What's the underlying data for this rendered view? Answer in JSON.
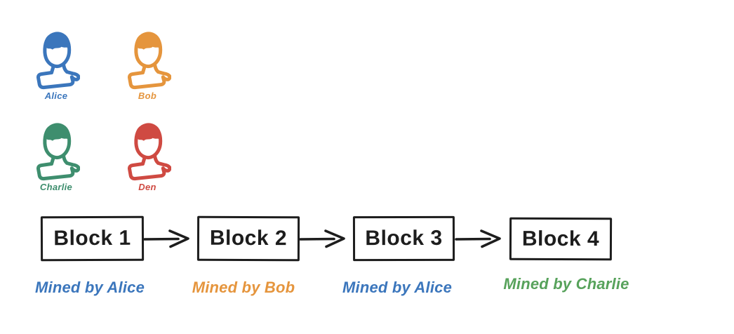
{
  "diagram": {
    "background": "#ffffff",
    "ink": "#1d1d1d"
  },
  "participants": [
    {
      "name": "Alice",
      "color": "#3b76bc",
      "icon": "person-icon"
    },
    {
      "name": "Bob",
      "color": "#e5953d",
      "icon": "person-icon"
    },
    {
      "name": "Charlie",
      "color": "#3e8e6e",
      "icon": "person-icon"
    },
    {
      "name": "Den",
      "color": "#cf4a42",
      "icon": "person-icon"
    }
  ],
  "chain": {
    "connector_icon": "arrow-right-icon",
    "blocks": [
      {
        "label": "Block 1",
        "miner": "Mined by Alice",
        "miner_color": "#3b76bc"
      },
      {
        "label": "Block 2",
        "miner": "Mined by Bob",
        "miner_color": "#e5953d"
      },
      {
        "label": "Block 3",
        "miner": "Mined by Alice",
        "miner_color": "#3b76bc"
      },
      {
        "label": "Block 4",
        "miner": "Mined by Charlie",
        "miner_color": "#57a25b"
      }
    ]
  }
}
